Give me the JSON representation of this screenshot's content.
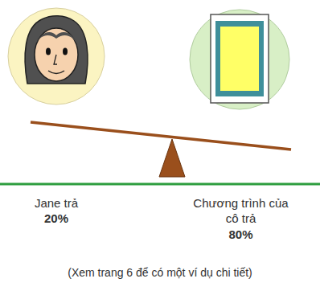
{
  "diagram": {
    "labels": [
      "Jane trả",
      "20%",
      "Chương trình của cô trả",
      "80%"
    ],
    "caption": "(Xem trang 6 để có một ví dụ chi tiết)"
  }
}
